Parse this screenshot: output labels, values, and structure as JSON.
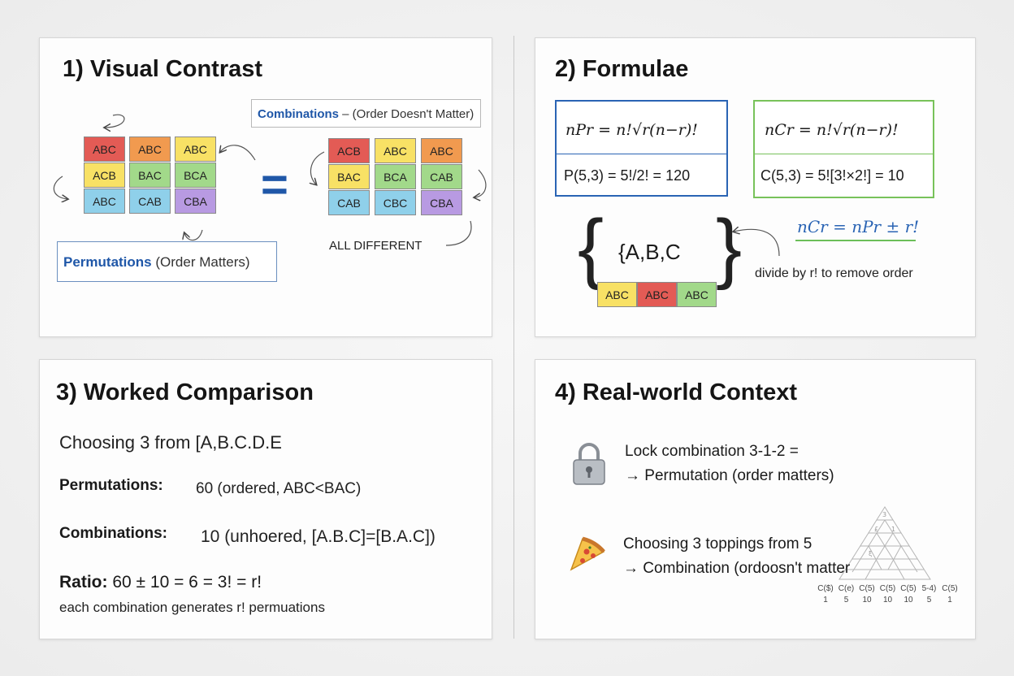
{
  "panel1": {
    "title": "1) Visual Contrast",
    "combinations_bold": "Combinations",
    "combinations_rest": " – (Order Doesn't Matter)",
    "permutations_bold": "Permutations",
    "permutations_rest": " (Order Matters)",
    "equals_sign": "=",
    "all_different": "ALL DIFFERENT",
    "left_grid": [
      [
        "ABC",
        "ABC",
        "ABC"
      ],
      [
        "ACB",
        "BAC",
        "BCA"
      ],
      [
        "ABC",
        "CAB",
        "CBA"
      ]
    ],
    "right_grid": [
      [
        "ACB",
        "ABC",
        "ABC"
      ],
      [
        "BAC",
        "BCA",
        "CAB"
      ],
      [
        "CAB",
        "CBC",
        "CBA"
      ]
    ],
    "colors": {
      "red": "#e35b55",
      "orange": "#f19a4f",
      "yellow": "#f8e165",
      "green": "#a2d98a",
      "blue": "#8fd0ea",
      "purple": "#b89ae2",
      "accent_blue": "#1f57a8"
    }
  },
  "panel2": {
    "title": "2) Formulae",
    "perm_formula": "nPr = n!√r(n−r)!",
    "perm_example": "P(5,3) = 5!/2! = 120",
    "comb_formula": "nCr = n!√r(n−r)!",
    "comb_example": "C(5,3) = 5![3!×2!] = 10",
    "set_label": "{A,B,C",
    "set_tiles": [
      "ABC",
      "ABC",
      "ABC"
    ],
    "relation": "nCr = nPr ± r!",
    "divide_note": "divide by r! to remove order",
    "colors": {
      "perm_border": "#2a64b4",
      "comb_border": "#78c25a",
      "relation": "#2a64b4",
      "relation_underline": "#6cbf5a"
    }
  },
  "panel3": {
    "title": "3) Worked Comparison",
    "choosing": "Choosing 3 from [A,B.C.D.E",
    "perm_label": "Permutations:",
    "perm_value": "60 (ordered, ABC<BAC)",
    "comb_label": "Combinations:",
    "comb_value": "10 (unhoered, [A.B.C]=[B.A.C])",
    "ratio_label": "Ratio:",
    "ratio_value": " 60 ± 10 = 6 = 3! = r!",
    "note": "each combination generates r! permuations"
  },
  "panel4": {
    "title": "4) Real-world Context",
    "lock_line1": "Lock combination 3-1-2 =",
    "lock_line2": "→ Permutation (order matters)",
    "pizza_line1": "Choosing 3 toppings from 5",
    "pizza_line2": "→ Combination (ordoosn't matter",
    "triangle_labels": [
      "C($)",
      "C(e)",
      "C(5)",
      "C(5)",
      "C(5)",
      "5-4)",
      "C(5)"
    ],
    "triangle_values": [
      "1",
      "5",
      "10",
      "10",
      "10",
      "5",
      "1"
    ]
  }
}
